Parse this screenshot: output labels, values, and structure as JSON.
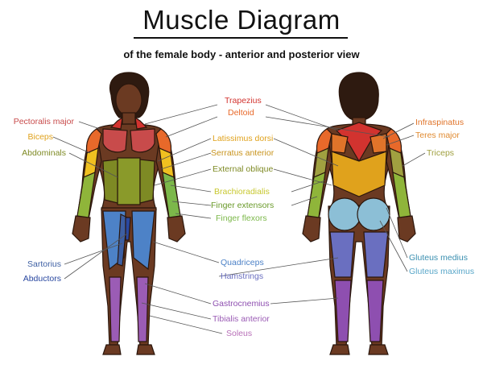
{
  "title": "Muscle Diagram",
  "subtitle": "of the female body - anterior and posterior view",
  "colors": {
    "skin": "#6b3a22",
    "trapezius": "#d2332f",
    "deltoid": "#e8692a",
    "pectoralis": "#c84b4b",
    "biceps": "#f0c020",
    "abdominals": "#8a9a2a",
    "latissimus": "#e0a21c",
    "serratus": "#c8941e",
    "oblique": "#7e8a24",
    "brachioradialis": "#cccf3a",
    "finger_extensors": "#8fb53a",
    "finger_flexors": "#7cb84a",
    "quadriceps": "#4d82c7",
    "hamstrings": "#6a6fc0",
    "gastrocnemius": "#8e4fb0",
    "tibialis": "#9b5cb5",
    "soleus": "#b870b8",
    "sartorius": "#3d5fa3",
    "abductors": "#2a48a0",
    "gluteus_medius": "#5aa7c9",
    "gluteus_maximus": "#8cbfd6",
    "infraspinatus": "#e0742a",
    "teres": "#e08a30",
    "triceps": "#a0a040"
  },
  "labels": {
    "trapezius": "Trapezius",
    "deltoid": "Deltoid",
    "pectoralis_major": "Pectoralis major",
    "biceps": "Biceps",
    "abdominals": "Abdominals",
    "latissimus_dorsi": "Latissimus dorsi",
    "serratus_anterior": "Serratus anterior",
    "external_oblique": "External oblique",
    "brachioradialis": "Brachioradialis",
    "finger_extensors": "Finger extensors",
    "finger_flexors": "Finger flexors",
    "infraspinatus": "Infraspinatus",
    "teres_major": "Teres major",
    "triceps": "Triceps",
    "sartorius": "Sartorius",
    "abductors": "Abductors",
    "quadriceps": "Quadriceps",
    "hamstrings": "Hamstrings",
    "gluteus_medius": "Gluteus medius",
    "gluteus_maximus": "Gluteus maximus",
    "gastrocnemius": "Gastrocnemius",
    "tibialis_anterior": "Tibialis anterior",
    "soleus": "Soleus"
  }
}
